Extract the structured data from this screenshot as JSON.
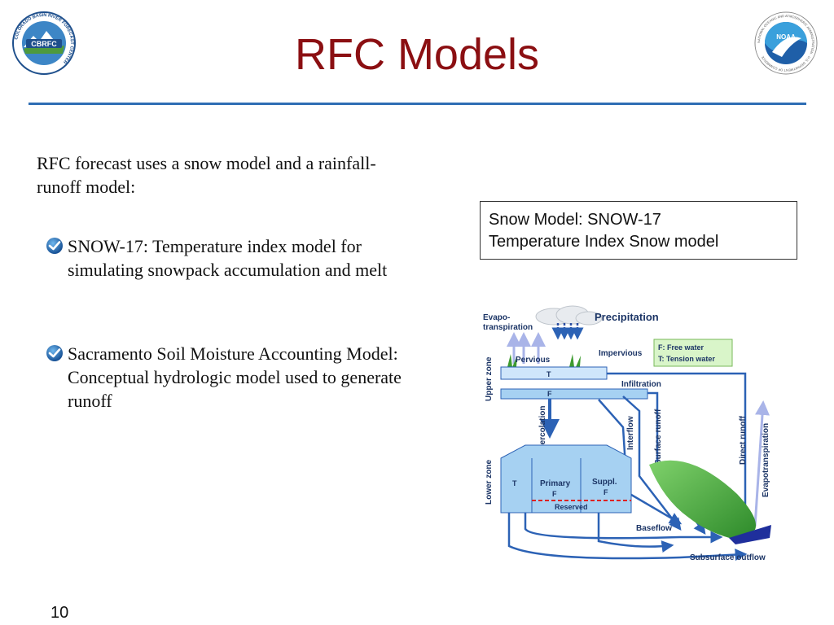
{
  "slide": {
    "title": "RFC Models",
    "page_number": "10",
    "accent_color": "#8b0f12",
    "rule_color": "#2e6db4"
  },
  "logos": {
    "left": {
      "icon": "cbrfc-logo",
      "text": "CBRFC",
      "ring_text": "COLORADO BASIN RIVER FORECAST CENTER"
    },
    "right": {
      "icon": "noaa-logo",
      "text": "NOAA",
      "ring_text": "NATIONAL OCEANIC AND ATMOSPHERIC ADMINISTRATION · U.S. DEPARTMENT OF COMMERCE"
    }
  },
  "body": {
    "intro": "RFC forecast uses a snow model and a rainfall-runoff model:",
    "bullets": [
      {
        "text": "SNOW-17: Temperature index model for simulating snowpack accumulation and melt"
      },
      {
        "text": "Sacramento Soil Moisture Accounting Model: Conceptual hydrologic model used to generate runoff"
      }
    ]
  },
  "snow_box": {
    "line1": "Snow Model: SNOW-17",
    "line2": "Temperature Index Snow model"
  },
  "diagram": {
    "evapotranspiration_top": [
      "Evapo-",
      "transpiration"
    ],
    "precipitation": "Precipitation",
    "pervious": "Pervious",
    "impervious": "Impervious",
    "legend": [
      "F: Free water",
      "T: Tension water"
    ],
    "upper_zone": "Upper zone",
    "lower_zone": "Lower zone",
    "upper_T": "T",
    "upper_F": "F",
    "infiltration": "Infiltration",
    "percolation": "Percolation",
    "interflow": "Interflow",
    "surface_runoff": "Surface runoff",
    "direct_runoff": "Direct runoff",
    "evapotranspiration_side": "Evapotranspiration",
    "lower_T": "T",
    "primary": "Primary",
    "primary_F": "F",
    "supplemental": "Suppl.",
    "supplemental_F": "F",
    "reserved": "Reserved",
    "baseflow": "Baseflow",
    "subsurface_outflow": "Subsurface outflow"
  }
}
